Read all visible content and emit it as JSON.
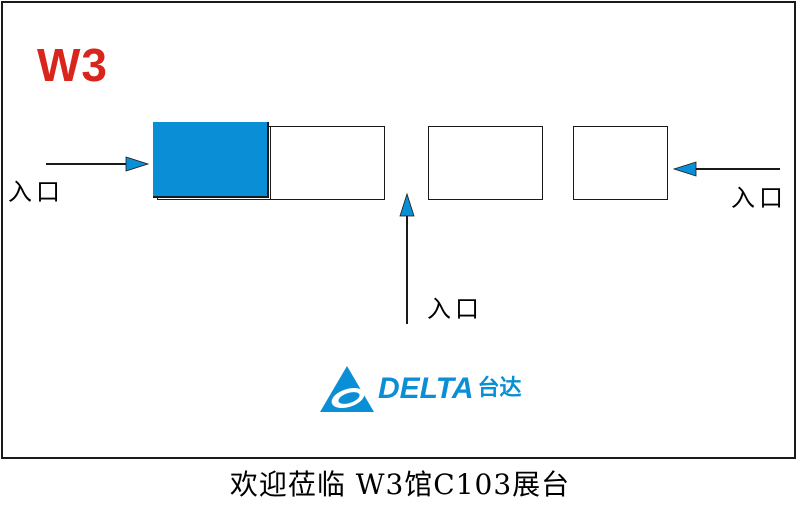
{
  "hall": {
    "label": "W3"
  },
  "entrances": {
    "left": "入口",
    "right": "入口",
    "bottom": "入口"
  },
  "booths": [
    {
      "id": "booth-1",
      "highlighted": true
    },
    {
      "id": "booth-2",
      "highlighted": false
    },
    {
      "id": "booth-3",
      "highlighted": false
    },
    {
      "id": "booth-4",
      "highlighted": false
    }
  ],
  "logo": {
    "brand": "DELTA",
    "brand_cn": "台达",
    "icon": "delta-triangle-icon"
  },
  "caption": "欢迎莅临  W3馆C103展台",
  "colors": {
    "hall_label": "#d9261c",
    "highlight": "#0a8fd6",
    "arrow": "#0a8fd6",
    "logo": "#0a8fd6",
    "border": "#1a1a1a"
  }
}
